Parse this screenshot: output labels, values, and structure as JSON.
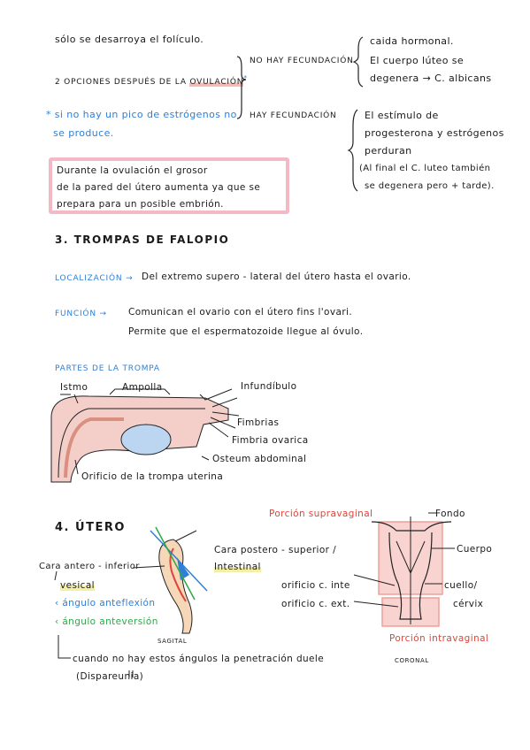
{
  "notes": {
    "line_follicle": "sólo se desarroya el folículo.",
    "two_options_prefix": "2 OPCIONES DESPUÉS DE LA ",
    "two_options_keyword": "OVULACIÓN",
    "two_options_mark": "*",
    "no_fecundacion": "NO HAY FECUNDACIÓN",
    "no_fec_items": [
      "caida hormonal.",
      "El cuerpo lúteo se",
      "degenera → C. albicans"
    ],
    "hay_fecundacion": "HAY FECUNDACIÓN",
    "hay_fec_items": [
      "El estímulo de",
      "progesterona y estrógenos",
      "perduran",
      "(Al final el C. luteo también",
      "se degenera pero + tarde)."
    ],
    "footnote": [
      "* si no hay un pico de estrógenos no",
      "se produce."
    ],
    "boxed_note": [
      "Durante la ovulación el grosor",
      "de la pared del útero aumenta ya que se",
      "prepara para un posible embrión."
    ]
  },
  "section3": {
    "number": "3.",
    "title": "TROMPAS DE FALOPIO",
    "localizacion_label": "LOCALIZACIÓN →",
    "localizacion_text": "Del extremo supero - lateral del útero hasta el ovario.",
    "funcion_label": "FUNCIÓN →",
    "funcion_lines": [
      "Comunican el ovario con el útero  fins l'ovari.",
      "Permite que el espermatozoide llegue al óvulo."
    ],
    "partes_title": "PARTES DE LA TROMPA",
    "parts": {
      "istmo": "Istmo",
      "ampolla": "Ampolla",
      "infundibulo": "Infundíbulo",
      "fimbrias": "Fimbrias",
      "fimbria_ovarica": "Fimbria ovarica",
      "osteum": "Osteum abdominal",
      "orificio": "Orificio de la trompa uterina"
    }
  },
  "section4": {
    "number": "4.",
    "title": "ÚTERO",
    "labels": {
      "cara_antero": "Cara antero - inferior",
      "vesical": "vesical",
      "angulo_anteflexion": "ángulo anteflexión",
      "angulo_anteversion": "ángulo anteversión",
      "cara_postero": "Cara postero - superior /",
      "intestinal": "Intestinal",
      "orificio_int": "orificio c. inte",
      "orificio_ext": "orificio c. ext.",
      "sagital": "SAGITAL",
      "coronal": "CORONAL",
      "porcion_supra": "Porción supravaginal",
      "fondo": "Fondo",
      "cuerpo": "Cuerpo",
      "cuello": "cuello/",
      "cervix": "cérvix",
      "porcion_intra": "Porción intravaginal"
    },
    "footer_lines": [
      "cuando no hay estos ángulos la penetración duele",
      "(Dispareunia)"
    ]
  },
  "colors": {
    "blue": "#2f7fd6",
    "green": "#2fa84a",
    "red": "#e0443a",
    "pink": "#f3b9c4",
    "yellow": "#f4efa6"
  }
}
